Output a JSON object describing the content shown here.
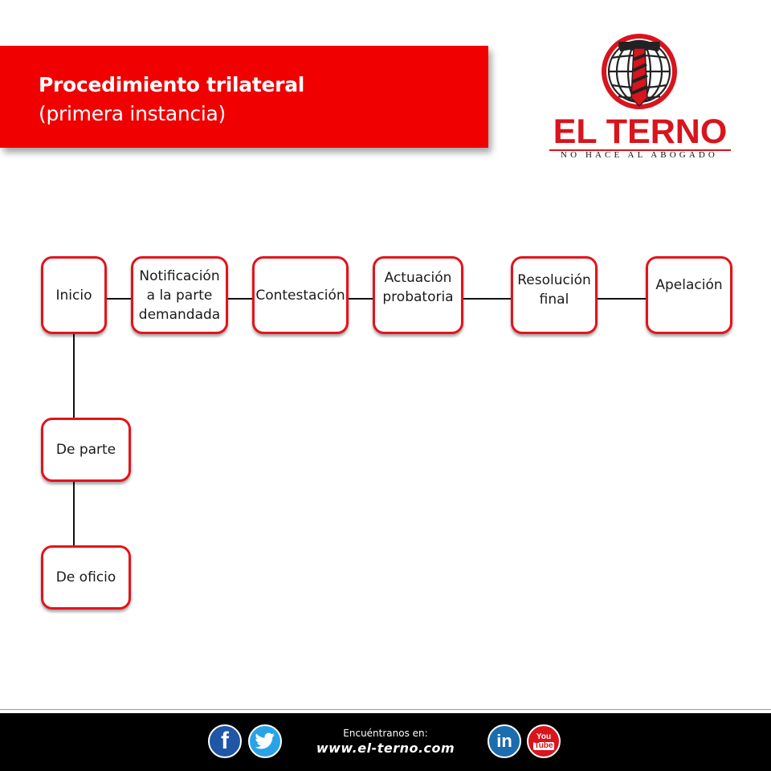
{
  "header": {
    "title": "Procedimiento trilateral",
    "subtitle": "(primera instancia)"
  },
  "logo": {
    "brand": "EL TERNO",
    "tagline": "NO HACE AL ABOGADO"
  },
  "diagram": {
    "nodes": {
      "inicio": "Inicio",
      "notificacion": [
        "Notificación",
        "a la parte",
        "demandada"
      ],
      "contestacion": "Contestación",
      "actuacion": [
        "Actuación",
        "probatoria"
      ],
      "resolucion": [
        "Resolución",
        "final"
      ],
      "apelacion": "Apelación",
      "de_parte": "De parte",
      "de_oficio": "De oficio"
    }
  },
  "footer": {
    "find_label": "Encuéntranos en:",
    "website": "www.el-terno.com",
    "social": {
      "facebook": "f",
      "twitter": "bird-icon",
      "linkedin": "in",
      "youtube": [
        "You",
        "Tube"
      ]
    }
  },
  "colors": {
    "accent_red": "#f00000",
    "node_border": "#e3141b",
    "footer_bg": "#000000"
  }
}
